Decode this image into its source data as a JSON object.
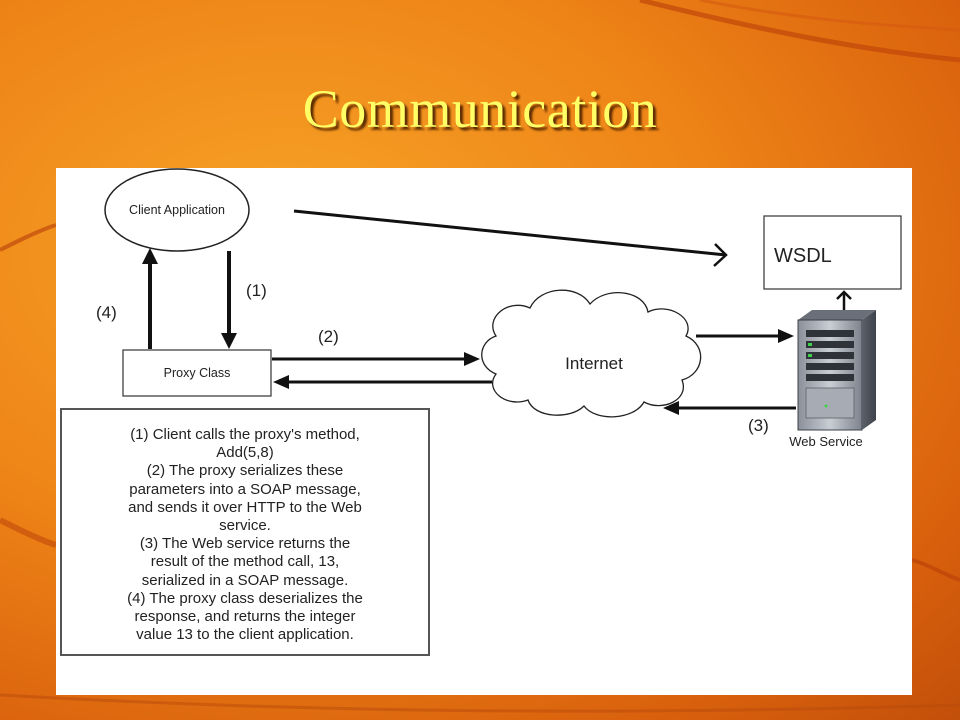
{
  "slide": {
    "title": "Communication"
  },
  "diagram": {
    "client_label": "Client Application",
    "proxy_label": "Proxy Class",
    "internet_label": "Internet",
    "wsdl_label": "WSDL",
    "webservice_label": "Web Service",
    "step1": "(1)",
    "step2": "(2)",
    "step3": "(3)",
    "step4": "(4)"
  },
  "explanation": {
    "lines": [
      "(1) Client calls the proxy's method,",
      "Add(5,8)",
      "(2) The proxy serializes these",
      "parameters into a SOAP message,",
      "and sends it over HTTP to the Web",
      "service.",
      "(3) The Web service returns the",
      "result of the method call, 13,",
      "serialized in a SOAP message.",
      "(4) The proxy class deserializes the",
      "response, and returns the integer",
      "value 13 to the client application."
    ]
  },
  "colors": {
    "background": "#ee8417",
    "title": "#ffff66"
  }
}
